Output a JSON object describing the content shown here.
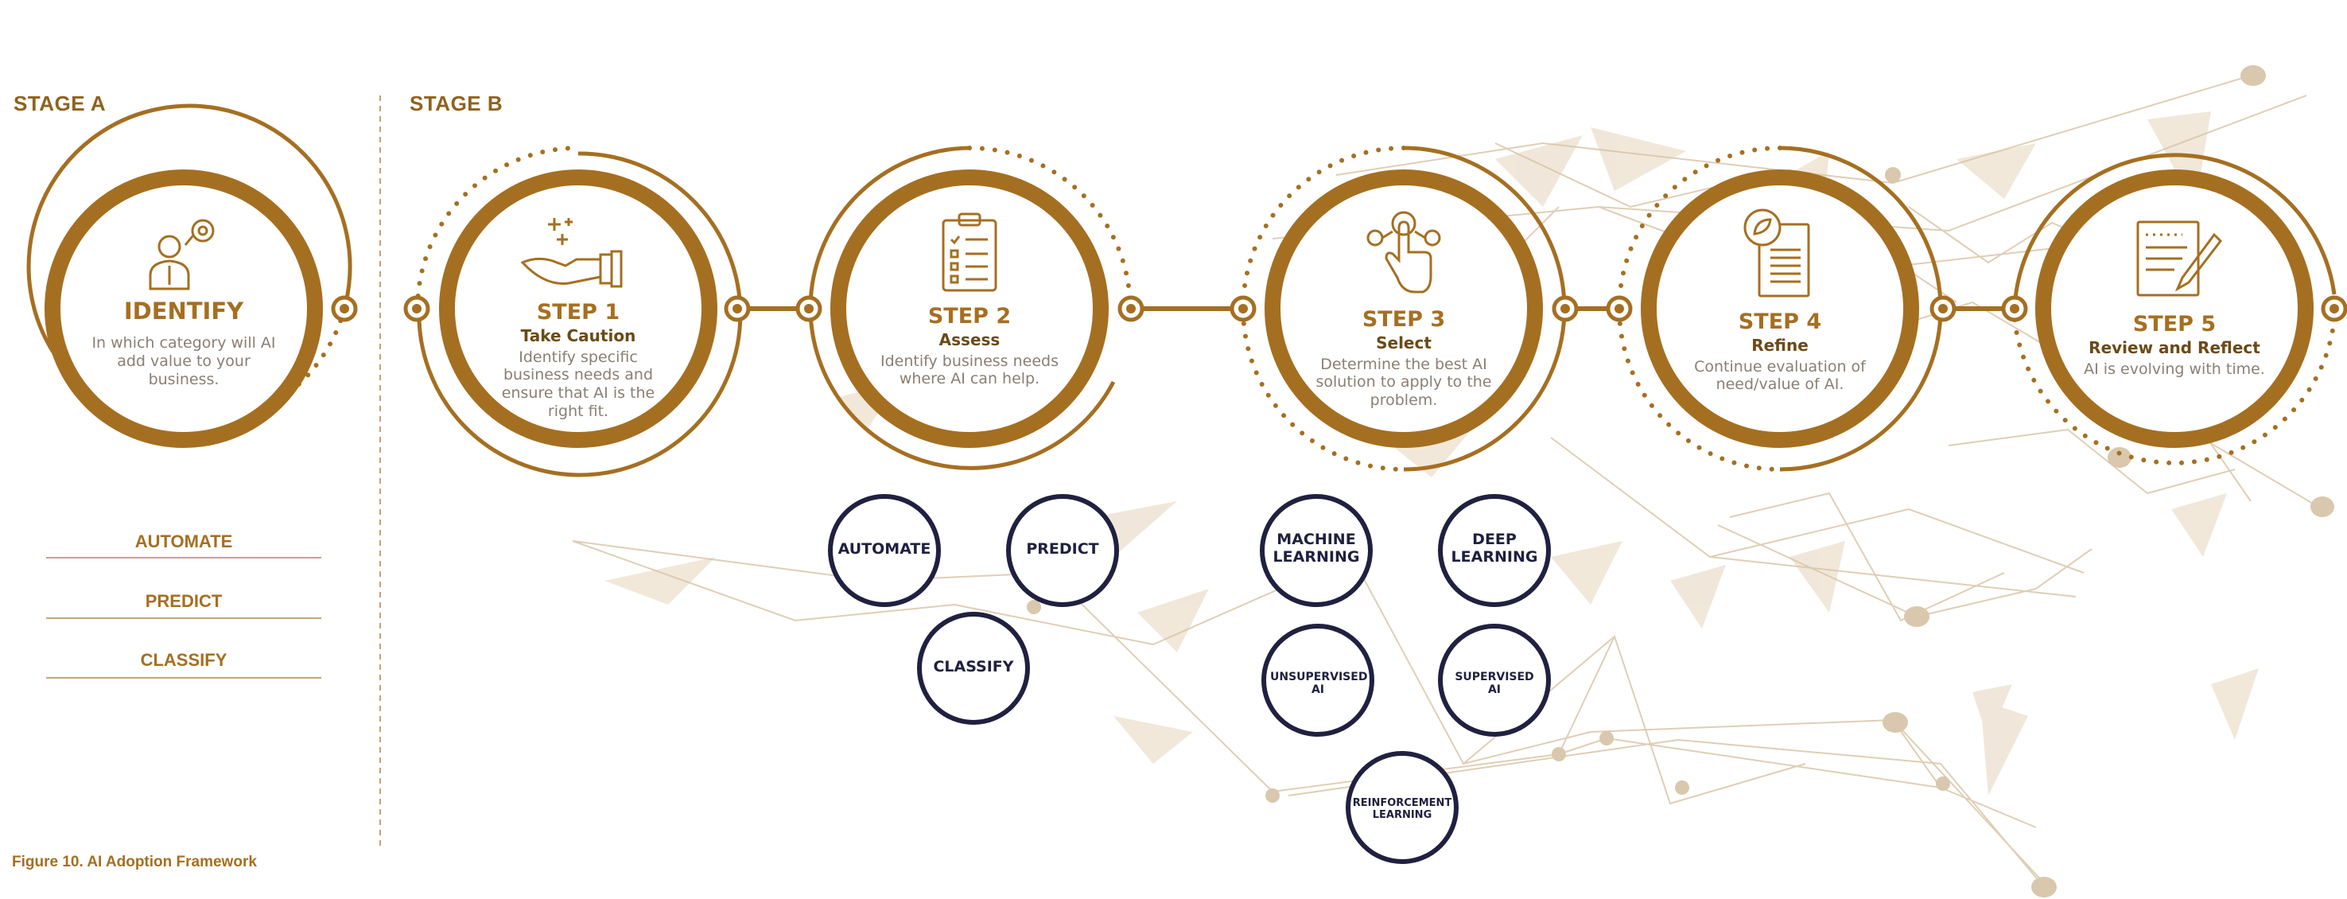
{
  "stage_a": {
    "label": "STAGE A",
    "identify_title": "IDENTIFY",
    "identify_desc": "In which category will AI add value to your business.",
    "list": [
      "AUTOMATE",
      "PREDICT",
      "CLASSIFY"
    ]
  },
  "stage_b": {
    "label": "STAGE B",
    "steps": [
      {
        "title": "STEP 1",
        "subtitle": "Take Caution",
        "desc": "Identify specific business needs and ensure that AI is the right fit."
      },
      {
        "title": "STEP 2",
        "subtitle": "Assess",
        "desc": "Identify business needs where AI can help."
      },
      {
        "title": "STEP 3",
        "subtitle": "Select",
        "desc": "Determine the best AI solution to apply to the problem."
      },
      {
        "title": "STEP 4",
        "subtitle": "Refine",
        "desc": "Continue evaluation of need/value of AI."
      },
      {
        "title": "STEP 5",
        "subtitle": "Review and Reflect",
        "desc": "AI is evolving with time."
      }
    ],
    "assess_bubbles": [
      "AUTOMATE",
      "PREDICT",
      "CLASSIFY"
    ],
    "select_bubbles": [
      "MACHINE LEARNING",
      "DEEP LEARNING",
      "UNSUPERVISED AI",
      "SUPERVISED AI",
      "REINFORCEMENT LEARNING"
    ]
  },
  "icons": {
    "identify": "person-gear-icon",
    "step1": "hand-plus-icon",
    "step2": "clipboard-checklist-icon",
    "step3": "touch-network-icon",
    "step4": "document-leaf-icon",
    "step5": "document-pen-icon"
  },
  "caption": "Figure 10. AI Adoption Framework",
  "colors": {
    "gold": "#a56f21",
    "navy": "#202040",
    "text_gray": "#8a7f74",
    "decor": "#e6d6c0"
  }
}
